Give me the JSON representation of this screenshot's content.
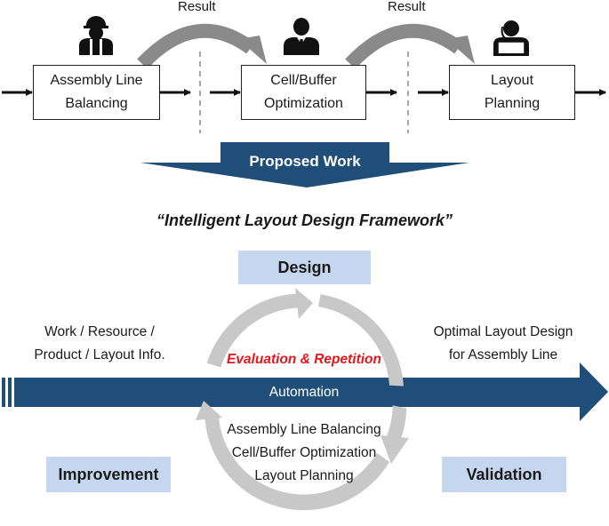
{
  "top_flow": {
    "boxes": [
      {
        "label": "Assembly Line\nBalancing"
      },
      {
        "label": "Cell/Buffer\nOptimization"
      },
      {
        "label": "Layout\nPlanning"
      }
    ],
    "result_labels": [
      "Result",
      "Result"
    ],
    "icons": [
      "worker-helmet-icon",
      "businessman-icon",
      "engineer-laptop-icon"
    ]
  },
  "banner": {
    "label": "Proposed Work"
  },
  "framework": {
    "title": "“Intelligent Layout Design Framework”",
    "phases": {
      "design": "Design",
      "improvement": "Improvement",
      "validation": "Validation"
    },
    "input_text": "Work / Resource /\nProduct / Layout Info.",
    "output_text": "Optimal Layout Design\nfor Assembly Line",
    "cycle_label": "Evaluation & Repetition",
    "automation_label": "Automation",
    "methods": [
      "Assembly Line Balancing",
      "Cell/Buffer Optimization",
      "Layout Planning"
    ]
  },
  "colors": {
    "navy": "#1f4e79",
    "phase_fill": "#c5d7ee",
    "cycle_gray": "#c8c8c8",
    "curve_gray": "#8a8a8a",
    "accent_red": "#e3161c"
  }
}
